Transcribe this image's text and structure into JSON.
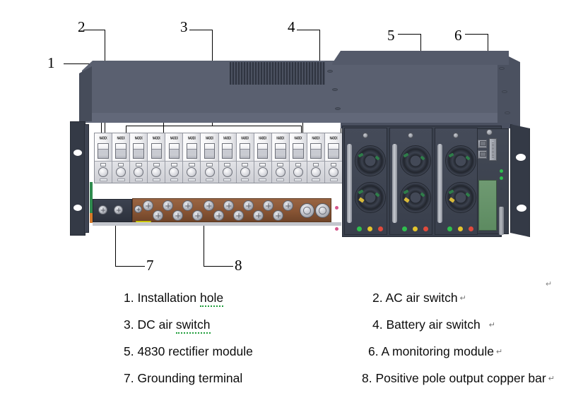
{
  "diagram": {
    "title": "Power supply cabinet front view with numbered callouts",
    "callouts": [
      {
        "num": "1"
      },
      {
        "num": "2"
      },
      {
        "num": "3"
      },
      {
        "num": "4"
      },
      {
        "num": "5"
      },
      {
        "num": "6"
      },
      {
        "num": "7"
      },
      {
        "num": "8"
      }
    ],
    "breaker_label": "NADEX",
    "breaker_count": 14,
    "rectifier_count": 3,
    "led_colors": {
      "run": "#2fbe4e",
      "alarm": "#e3c42c",
      "fault": "#e14a3c"
    },
    "colors": {
      "chassis_top": "#5a6070",
      "chassis_face": "#515767",
      "bracket": "#343a46",
      "copper_bar": "#8a5635",
      "breaker_face": "#f1f1f3",
      "lcd_green": "#5d8b61",
      "ground_block": "#2c313c",
      "yellow_tab": "#e8e300",
      "pcb_green": "#2f8b4e"
    }
  },
  "legend": {
    "rows": [
      {
        "left": {
          "text": "1. Installation hole",
          "pilcrow": "",
          "spell_word": "hole"
        },
        "right": {
          "text": "2. AC air switch",
          "pilcrow": "↵",
          "spell_word": ""
        }
      },
      {
        "left": {
          "text": "3. DC air switch",
          "pilcrow": "",
          "spell_word": "switch"
        },
        "right": {
          "text": "4. Battery air switch",
          "pilcrow": "↵",
          "spell_word": ""
        }
      },
      {
        "left": {
          "text": "5. 4830 rectifier module",
          "pilcrow": "",
          "spell_word": ""
        },
        "right": {
          "text": "6. A monitoring module",
          "pilcrow": "↵",
          "spell_word": ""
        }
      },
      {
        "left": {
          "text": "7. Grounding terminal",
          "pilcrow": "",
          "spell_word": ""
        },
        "right": {
          "text": "8. Positive pole output copper bar",
          "pilcrow": "↵",
          "spell_word": ""
        }
      }
    ],
    "stray_pilcrow": "↵"
  }
}
